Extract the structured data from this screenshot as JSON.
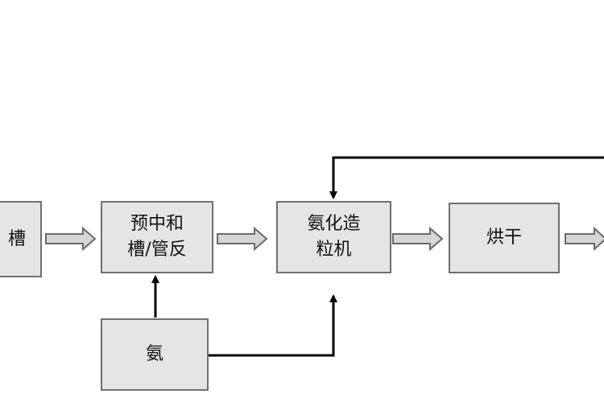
{
  "diagram": {
    "nodes": {
      "tank": {
        "label": "槽"
      },
      "pre_neutralization": {
        "label": "预中和\n槽/管反"
      },
      "ammonia_granulator": {
        "label": "氨化造\n粒机"
      },
      "drying": {
        "label": "烘干"
      },
      "ammonia": {
        "label": "氨"
      }
    },
    "colors": {
      "box_fill": "#e5e5e5",
      "box_border": "#6f6f6f",
      "arrow_fill": "#d6d6d6",
      "arrow_stroke": "#6a6a6a",
      "line": "#000000"
    }
  }
}
